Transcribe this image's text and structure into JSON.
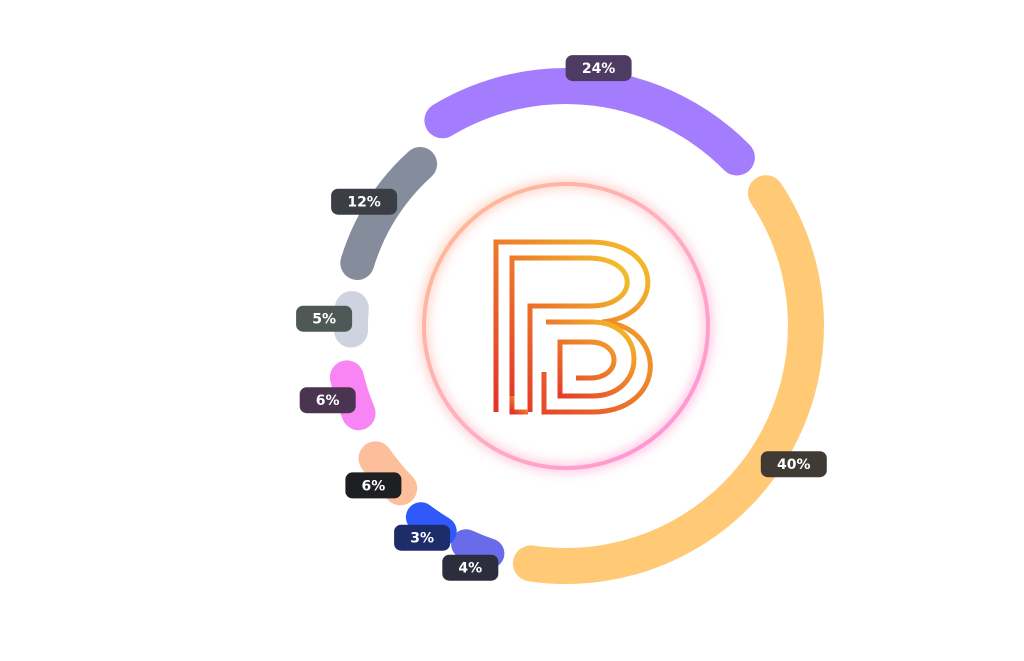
{
  "chart_data": {
    "type": "pie",
    "title": "",
    "categories": [
      "",
      "",
      "",
      "",
      "",
      "",
      "",
      ""
    ],
    "values": [
      24,
      40,
      4,
      3,
      6,
      6,
      5,
      12
    ],
    "value_labels": [
      "24%",
      "40%",
      "4%",
      "3%",
      "6%",
      "6%",
      "5%",
      "12%"
    ],
    "colors": [
      "#a47dff",
      "#ffc976",
      "#6a6bea",
      "#2f59fb",
      "#fdbf9b",
      "#f985f4",
      "#ced3df",
      "#858c9b"
    ],
    "label_colors": [
      "#4e3b63",
      "#3f3a33",
      "#2c2e3e",
      "#1d2d6a",
      "#1e1f22",
      "#4b3450",
      "#4e5856",
      "#3b3e45"
    ],
    "style": "rounded-segment donut",
    "center_logo": "B-monogram-logo"
  }
}
